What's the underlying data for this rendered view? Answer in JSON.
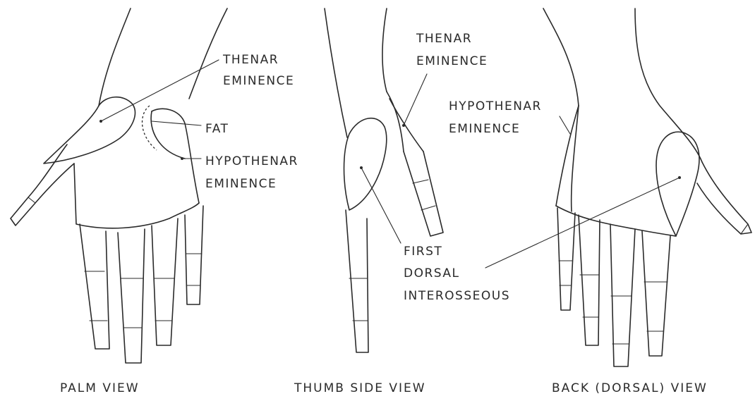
{
  "palm_view": {
    "caption": "PALM VIEW",
    "label_thenar_1": "THENAR",
    "label_thenar_2": "EMINENCE",
    "label_fat": "FAT",
    "label_hypothenar_1": "HYPOTHENAR",
    "label_hypothenar_2": "EMINENCE"
  },
  "thumb_side_view": {
    "caption": "THUMB SIDE VIEW",
    "label_thenar_1": "THENAR",
    "label_thenar_2": "EMINENCE",
    "label_fdi_1": "FIRST",
    "label_fdi_2": "DORSAL",
    "label_fdi_3": "INTEROSSEOUS"
  },
  "back_view": {
    "caption": "BACK (DORSAL) VIEW",
    "label_hypothenar_1": "HYPOTHENAR",
    "label_hypothenar_2": "EMINENCE"
  },
  "colors": {
    "ink": "#2a2a2a",
    "paper": "#ffffff"
  }
}
